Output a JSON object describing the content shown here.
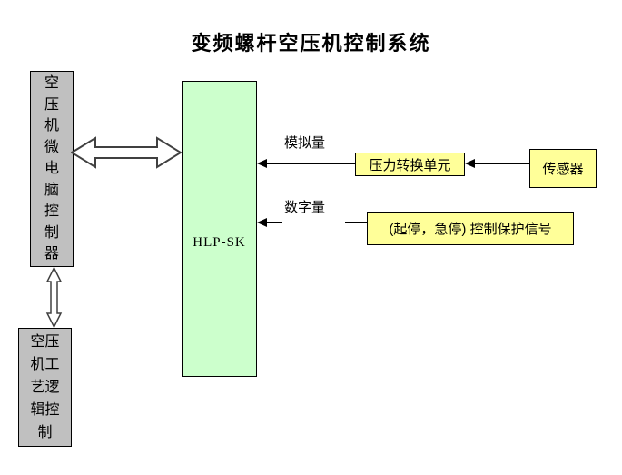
{
  "title": "变频螺杆空压机控制系统",
  "colors": {
    "background": "#ffffff",
    "gray_box": "#c0c0c0",
    "green_box": "#ccffcc",
    "yellow_box": "#ffff99",
    "border": "#000000",
    "hollow_arrow_outline": "#404040"
  },
  "blocks": {
    "microcomputer_controller": {
      "label": "空压机微电脑控制器",
      "lines": [
        "空",
        "压",
        "机",
        "微",
        "电",
        "脑",
        "控",
        "制",
        "器"
      ]
    },
    "process_logic_control": {
      "label": "空压机工艺逻辑控制",
      "lines": [
        "空压",
        "机工",
        "艺逻",
        "辑控",
        "制"
      ]
    },
    "hlp_sk": {
      "label": "HLP-SK"
    },
    "pressure_conversion_unit": {
      "label": "压力转换单元"
    },
    "sensor": {
      "label": "传感器"
    },
    "control_protection_signal": {
      "label": "(起停，急停) 控制保护信号"
    }
  },
  "signal_labels": {
    "analog": "模拟量",
    "digital": "数字量"
  }
}
